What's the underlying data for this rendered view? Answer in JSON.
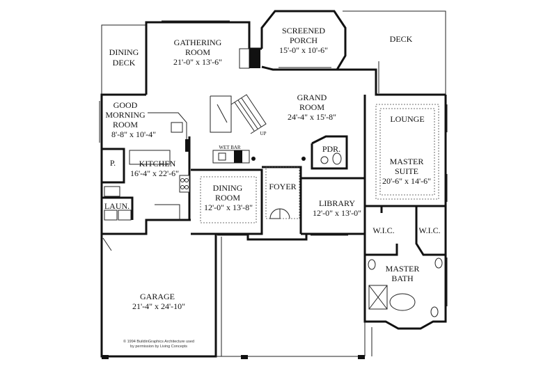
{
  "rooms": {
    "dining_deck": [
      "DINING",
      "DECK"
    ],
    "gathering_room": [
      "GATHERING",
      "ROOM",
      "21'-0\" x 13'-6\""
    ],
    "screened_porch": [
      "SCREENED",
      "PORCH",
      "15'-0\" x 10'-6\""
    ],
    "deck": [
      "DECK"
    ],
    "good_morning_room": [
      "GOOD",
      "MORNING",
      "ROOM",
      "8'-8\" x 10'-4\""
    ],
    "grand_room": [
      "GRAND",
      "ROOM",
      "24'-4\" x 15'-8\""
    ],
    "lounge": [
      "LOUNGE"
    ],
    "master_suite": [
      "MASTER",
      "SUITE",
      "20'-6\" x 14'-6\""
    ],
    "pdr": [
      "PDR."
    ],
    "kitchen": [
      "KITCHEN",
      "16'-4\" x 22'-6\""
    ],
    "pantry": [
      "P."
    ],
    "wet_bar": [
      "WET BAR"
    ],
    "stair_up": [
      "UP"
    ],
    "dining_room": [
      "DINING",
      "ROOM",
      "12'-0\" x 13'-8\""
    ],
    "foyer": [
      "FOYER"
    ],
    "library": [
      "LIBRARY",
      "12'-0\" x 13'-0\""
    ],
    "laundry": [
      "LAUN."
    ],
    "wic_left": [
      "W.I.C."
    ],
    "wic_right": [
      "W.I.C."
    ],
    "master_bath": [
      "MASTER",
      "BATH"
    ],
    "garage": [
      "GARAGE",
      "21'-4\" x 24'-10\""
    ]
  },
  "credit": [
    "© 1994 BuildinGraphics Architecture used",
    "by permission by Living Concepts"
  ]
}
